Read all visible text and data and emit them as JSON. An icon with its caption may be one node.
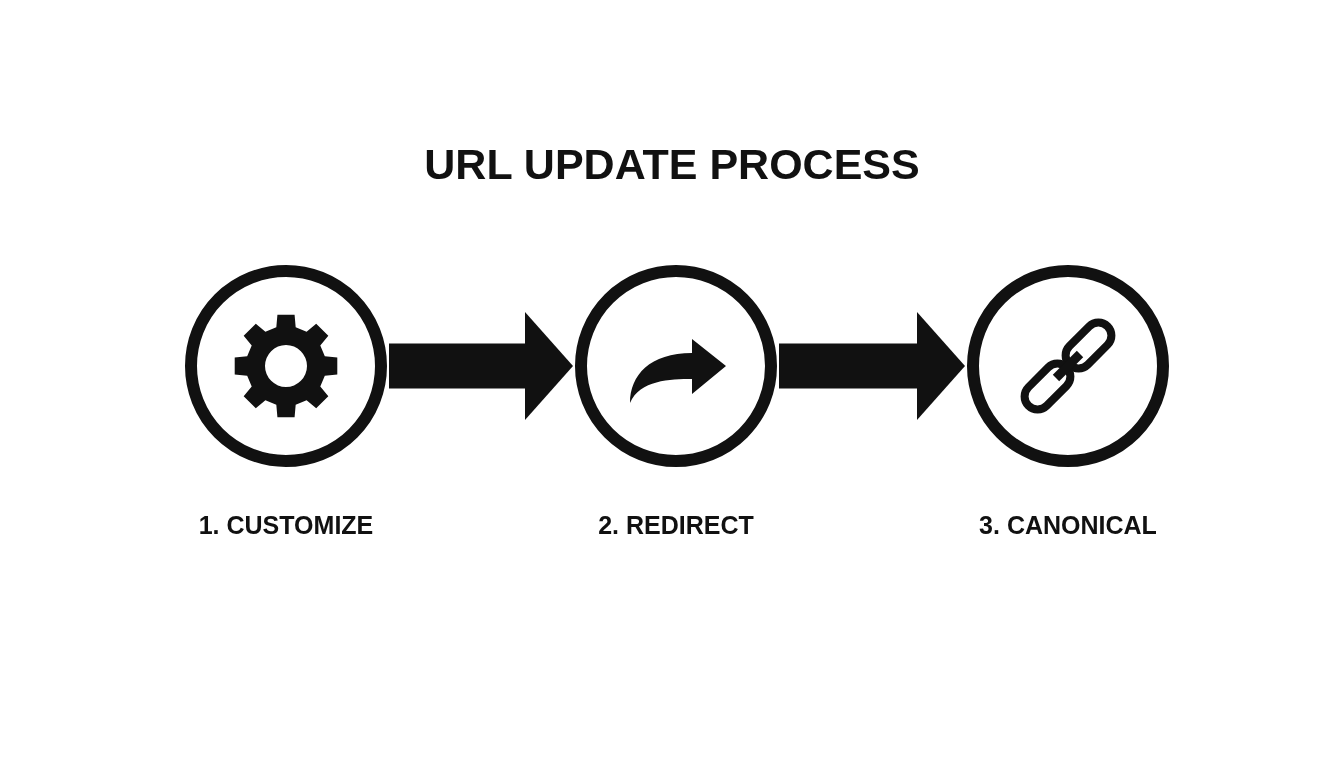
{
  "diagram": {
    "title": "URL UPDATE PROCESS",
    "nodes": [
      {
        "text": [
          "1. CUSTOMIZE"
        ]
      },
      {
        "text": [
          "2. REDIRECT"
        ]
      },
      {
        "text": [
          "3. CANONICAL"
        ]
      }
    ],
    "edges": [
      {
        "from": 0,
        "to": 1,
        "arrow": "to"
      },
      {
        "from": 1,
        "to": 2,
        "arrow": "to"
      }
    ]
  }
}
